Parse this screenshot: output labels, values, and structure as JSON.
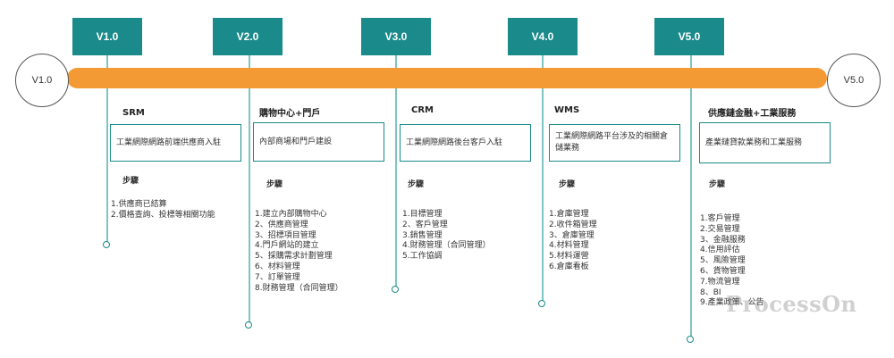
{
  "colors": {
    "accent": "#1a8a8a",
    "timeline": "#f49a35",
    "connector": "#7ec4c0"
  },
  "timeline": {
    "start_label": "V1.0",
    "end_label": "V5.0"
  },
  "phases": [
    {
      "version": "V1.0",
      "title": "SRM",
      "description": "工業網際網路前端供應商入駐",
      "steps_label": "步驟",
      "steps": [
        "1.供應商已結算",
        "2.價格查詢、投標等相關功能"
      ]
    },
    {
      "version": "V2.0",
      "title": "購物中心+門戶",
      "description": "內部商場和門戶建設",
      "steps_label": "步驟",
      "steps": [
        "1.建立內部購物中心",
        "2、供應商管理",
        "3、招標項目管理",
        "4.門戶網站的建立",
        "5、採購需求計劃管理",
        "6、材料管理",
        "7、訂單管理",
        "8.財務管理（合同管理）"
      ]
    },
    {
      "version": "V3.0",
      "title": "CRM",
      "description": "工業網際網路後台客戶入駐",
      "steps_label": "步驟",
      "steps": [
        "1.目標管理",
        "2、客戶管理",
        "3.銷售管理",
        "4.財務管理（合同管理）",
        "5.工作協調"
      ]
    },
    {
      "version": "V4.0",
      "title": "WMS",
      "description": "工業網際網路平台涉及的相關倉儲業務",
      "steps_label": "步驟",
      "steps": [
        "1.倉庫管理",
        "2.收件箱管理",
        "3、倉庫管理",
        "4.材料管理",
        "5.材料運營",
        "6.倉庫看板"
      ]
    },
    {
      "version": "V5.0",
      "title": "供應鏈金融+工業服務",
      "description": "產業鏈貸款業務和工業服務",
      "steps_label": "步驟",
      "steps": [
        "1.客戶管理",
        "2.交易管理",
        "3、金融服務",
        "4.信用評估",
        "5、風險管理",
        "6、貨物管理",
        "7.物流管理",
        "8、BI",
        "9.產業政策、公告"
      ]
    }
  ],
  "watermark": "ProcessOn"
}
